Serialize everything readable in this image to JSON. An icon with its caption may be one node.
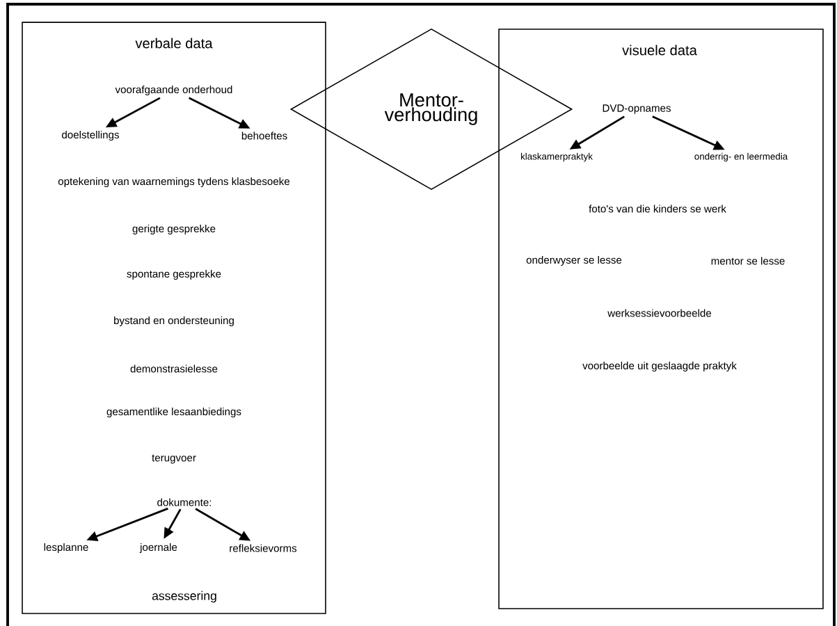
{
  "diagram": {
    "nodes": [
      {
        "text": [
          "verbale data"
        ]
      },
      {
        "text": [
          "voorafgaande onderhoud"
        ],
        "in": 0
      },
      {
        "text": [
          "doelstellings"
        ],
        "in": 0
      },
      {
        "text": [
          "behoeftes"
        ],
        "in": 0
      },
      {
        "text": [
          "optekening van waarnemings tydens klasbesoeke"
        ],
        "in": 0
      },
      {
        "text": [
          "gerigte gesprekke"
        ],
        "in": 0
      },
      {
        "text": [
          "spontane gesprekke"
        ],
        "in": 0
      },
      {
        "text": [
          "bystand en ondersteuning"
        ],
        "in": 0
      },
      {
        "text": [
          "demonstrasielesse"
        ],
        "in": 0
      },
      {
        "text": [
          "gesamentlike lesaanbiedings"
        ],
        "in": 0
      },
      {
        "text": [
          "terugvoer"
        ],
        "in": 0
      },
      {
        "text": [
          "dokumente:"
        ],
        "in": 0
      },
      {
        "text": [
          "lesplanne"
        ],
        "in": 0
      },
      {
        "text": [
          "joernale"
        ],
        "in": 0
      },
      {
        "text": [
          "refleksievorms"
        ],
        "in": 0
      },
      {
        "text": [
          "assessering"
        ],
        "in": 0
      },
      {
        "text": [
          "Mentor- verhouding"
        ]
      },
      {
        "text": [
          "visuele data"
        ]
      },
      {
        "text": [
          "DVD-opnames"
        ],
        "in": 17
      },
      {
        "text": [
          "klaskamerpraktyk"
        ],
        "in": 17
      },
      {
        "text": [
          "onderrig- en leermedia"
        ],
        "in": 17
      },
      {
        "text": [
          "foto's van die kinders se werk"
        ],
        "in": 17
      },
      {
        "text": [
          "onderwyser se lesse"
        ],
        "in": 17
      },
      {
        "text": [
          "mentor se lesse"
        ],
        "in": 17
      },
      {
        "text": [
          "werksessievoorbeelde"
        ],
        "in": 17
      },
      {
        "text": [
          "voorbeelde uit geslaagde praktyk"
        ],
        "in": 17
      }
    ],
    "edges": [
      {
        "from": 1,
        "to": 2,
        "arrow": "to"
      },
      {
        "from": 1,
        "to": 3,
        "arrow": "to"
      },
      {
        "from": 11,
        "to": 12,
        "arrow": "to"
      },
      {
        "from": 11,
        "to": 13,
        "arrow": "to"
      },
      {
        "from": 11,
        "to": 14,
        "arrow": "to"
      },
      {
        "from": 18,
        "to": 19,
        "arrow": "to"
      },
      {
        "from": 18,
        "to": 20,
        "arrow": "to"
      }
    ]
  }
}
